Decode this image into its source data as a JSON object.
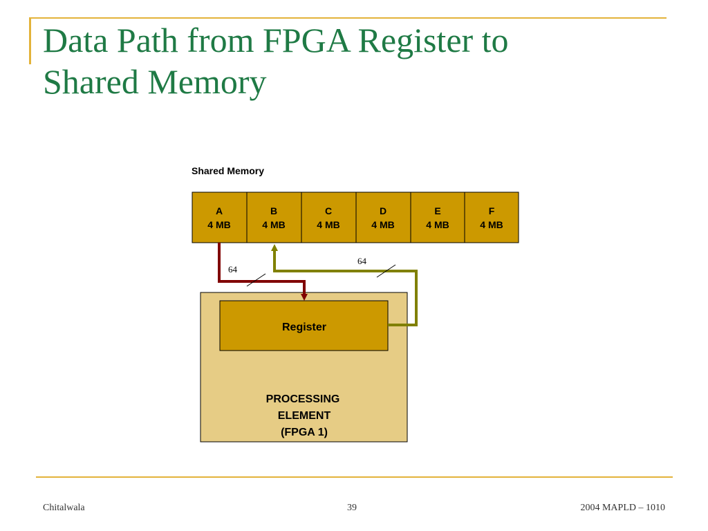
{
  "slide": {
    "title_line1": "Data Path from FPGA Register to",
    "title_line2": "Shared Memory"
  },
  "diagram": {
    "memory_label": "Shared Memory",
    "memory_blocks": [
      {
        "name": "A",
        "size": "4 MB"
      },
      {
        "name": "B",
        "size": "4 MB"
      },
      {
        "name": "C",
        "size": "4 MB"
      },
      {
        "name": "D",
        "size": "4 MB"
      },
      {
        "name": "E",
        "size": "4 MB"
      },
      {
        "name": "F",
        "size": "4 MB"
      }
    ],
    "bus_width_read": "64",
    "bus_width_write": "64",
    "register_label": "Register",
    "pe_line1": "PROCESSING",
    "pe_line2": "ELEMENT",
    "pe_line3": "(FPGA 1)"
  },
  "footer": {
    "author": "Chitalwala",
    "page": "39",
    "event": "2004 MAPLD – 1010"
  },
  "colors": {
    "title": "#1f7a45",
    "accent_line": "#e3b33a",
    "memory_fill": "#cc9900",
    "pe_fill": "#e6cc85",
    "read_path": "#800000",
    "write_path": "#808000"
  }
}
